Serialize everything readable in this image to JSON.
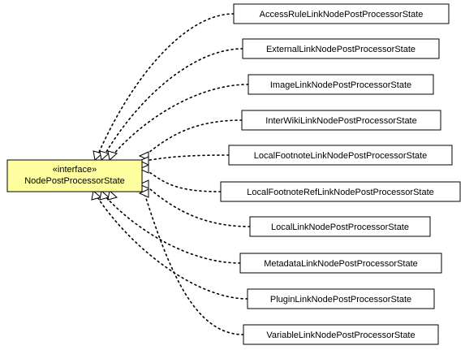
{
  "interface": {
    "stereotype": "«interface»",
    "name": "NodePostProcessorState",
    "fill": "#ffffa0"
  },
  "implementations": [
    "AccessRuleLinkNodePostProcessorState",
    "ExternalLinkNodePostProcessorState",
    "ImageLinkNodePostProcessorState",
    "InterWikiLinkNodePostProcessorState",
    "LocalFootnoteLinkNodePostProcessorState",
    "LocalFootnoteRefLinkNodePostProcessorState",
    "LocalLinkNodePostProcessorState",
    "MetadataLinkNodePostProcessorState",
    "PluginLinkNodePostProcessorState",
    "VariableLinkNodePostProcessorState"
  ],
  "relationship": "realization"
}
